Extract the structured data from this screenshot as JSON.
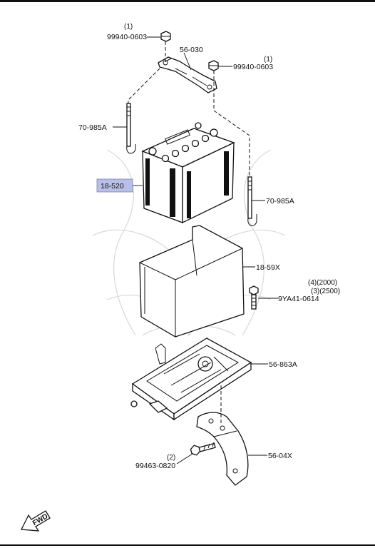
{
  "callouts": {
    "nut_top": {
      "qty": "(1)",
      "part": "99940-0603"
    },
    "hold_bracket": {
      "part": "56-030"
    },
    "nut_right": {
      "qty": "(1)",
      "part": "99940-0603"
    },
    "rod_left": {
      "part": "70-985A"
    },
    "battery": {
      "part": "18-520"
    },
    "rod_right": {
      "part": "70-985A"
    },
    "cover": {
      "part": "18-59X"
    },
    "bolt": {
      "qty_a": "(4)(2000)",
      "qty_b": "(3)(2500)",
      "part": "9YA41-0614"
    },
    "tray": {
      "part": "56-863A"
    },
    "lower_bolt": {
      "qty": "(2)",
      "part": "99463-0820"
    },
    "support_bracket": {
      "part": "56-04X"
    }
  },
  "fwd_arrow": {
    "text": "FWD"
  },
  "colors": {
    "highlight": "#b9bfe6",
    "line": "#111111"
  }
}
